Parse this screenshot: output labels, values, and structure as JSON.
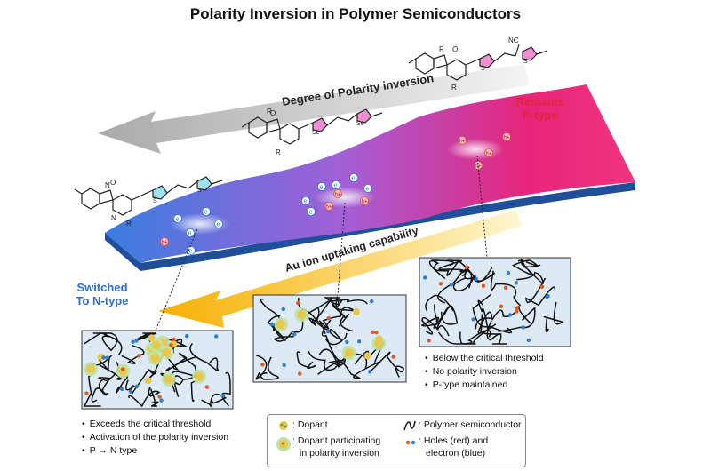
{
  "title": "Polarity Inversion in Polymer Semiconductors",
  "arrows": {
    "degree": "Degree of Polarity inversion",
    "uptake": "Au ion uptaking capability"
  },
  "states": {
    "n_type": [
      "Switched",
      "To N-type"
    ],
    "p_type": [
      "Remains",
      "P-type"
    ]
  },
  "charges": {
    "electron": "e",
    "hole": "h+"
  },
  "panels": {
    "left": [
      "Exceeds the critical threshold",
      "Activation of the polarity inversion",
      "P → N type"
    ],
    "right": [
      "Below the critical threshold",
      "No polarity inversion",
      "P-type maintained"
    ]
  },
  "legend": {
    "dopant": ": Dopant",
    "dopant_participating": [
      ": Dopant participating",
      "in polarity inversion"
    ],
    "polymer": ": Polymer semiconductor",
    "carriers": [
      ": Holes (red) and",
      "electron (blue)"
    ]
  },
  "molecule_labels": {
    "N": "N",
    "O": "O",
    "R": "R",
    "S": "S",
    "Se": "Se",
    "CN": "NC"
  },
  "colors": {
    "n_blue": "#3a7de0",
    "p_pink": "#e8247a",
    "mid_purple": "#a35fd6",
    "arrow_gray": "#bdbdbd",
    "arrow_yellow": "#f6b800",
    "panel_fill": "#dde9f4",
    "dopant": "#e8c74a",
    "hole": "#e2561f",
    "electron": "#2d7ed8"
  }
}
